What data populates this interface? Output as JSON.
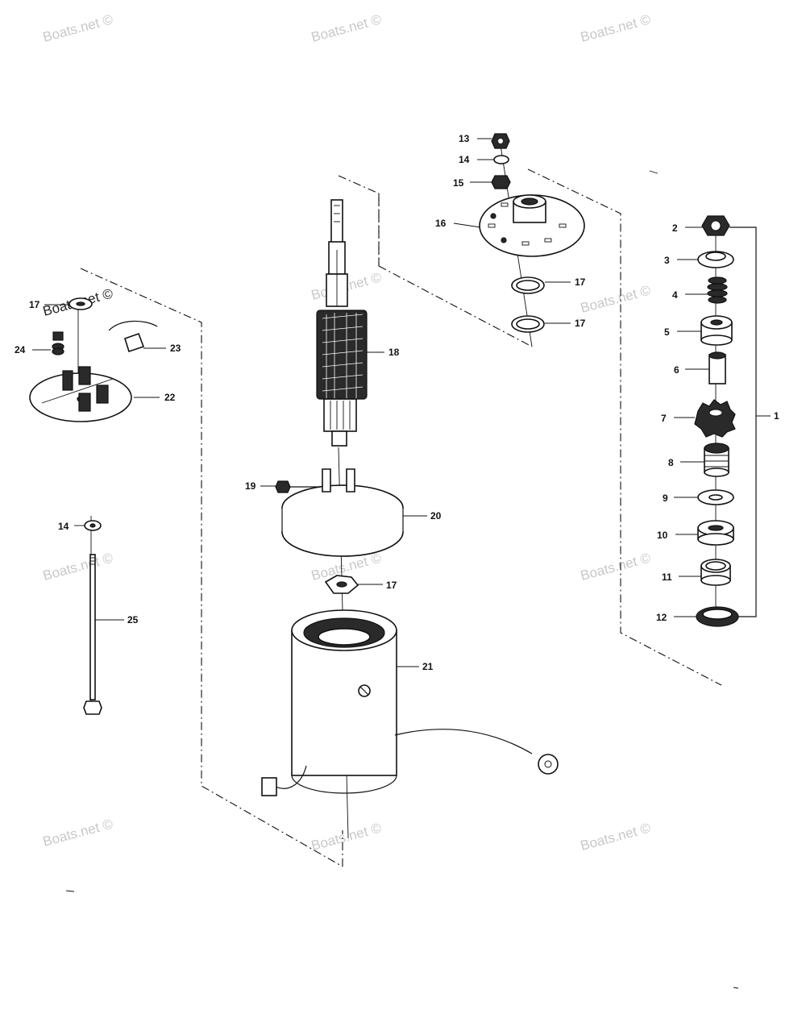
{
  "watermark": {
    "text": "Boats.net ©",
    "color": "#c8c8c8"
  },
  "callouts": {
    "c1": "1",
    "c2": "2",
    "c3": "3",
    "c4": "4",
    "c5": "5",
    "c6": "6",
    "c7": "7",
    "c8": "8",
    "c9": "9",
    "c10": "10",
    "c11": "11",
    "c12": "12",
    "c13": "13",
    "c14a": "14",
    "c14b": "14",
    "c15": "15",
    "c16": "16",
    "c17a": "17",
    "c17b": "17",
    "c17c": "17",
    "c17d": "17",
    "c18": "18",
    "c19": "19",
    "c20": "20",
    "c21": "21",
    "c22": "22",
    "c23": "23",
    "c24": "24",
    "c25": "25"
  }
}
